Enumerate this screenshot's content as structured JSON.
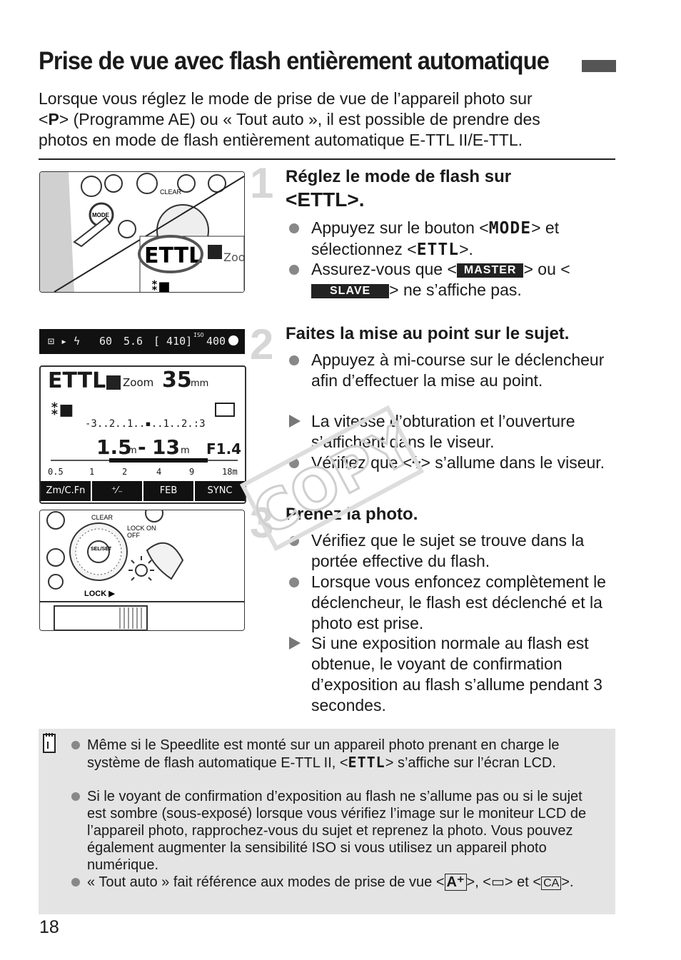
{
  "title": "Prise de vue avec flash entièrement automatique",
  "intro": {
    "line1": "Lorsque vous réglez le mode de prise de vue de l’appareil photo sur",
    "line2_a": "<",
    "line2_p": "P",
    "line2_b": "> (Programme AE) ou « Tout auto », il est possible de prendre des",
    "line3": "photos en mode de flash entièrement automatique E-TTL II/E-TTL."
  },
  "steps": [
    {
      "number": "1",
      "heading_line1": "Réglez le mode de flash sur",
      "heading_line2": "<ETTL>.",
      "bullets": [
        {
          "a": "Appuyez sur le bouton <",
          "b": "MODE",
          "c": "> et sélectionnez <",
          "d": "ETTL",
          "e": ">."
        },
        {
          "a": "Assurez-vous que <",
          "badge1": "MASTER",
          "b": "> ou <",
          "badge2": "SLAVE",
          "c": "> ne s’affiche pas."
        }
      ]
    },
    {
      "number": "2",
      "heading": "Faites la mise au point sur le sujet.",
      "bullets": [
        {
          "text": "Appuyez à mi-course sur le déclencheur afin d’effectuer la mise au point."
        },
        {
          "text": "La vitesse d’obturation et l’ouverture s’affichent dans le viseur."
        },
        {
          "a": "Vérifiez que <",
          "b": "ϟ",
          "c": "> s’allume dans le viseur."
        }
      ]
    },
    {
      "number": "3",
      "heading": "Prenez la photo.",
      "bullets": [
        {
          "text": "Vérifiez que le sujet se trouve dans la portée effective du flash."
        },
        {
          "text": "Lorsque vous enfoncez complètement le déclencheur, le flash est déclenché et la photo est prise."
        },
        {
          "text": "Si une exposition normale au flash est obtenue, le voyant de confirmation d’exposition au flash s’allume pendant 3 secondes."
        }
      ]
    }
  ],
  "notes": [
    {
      "a": "Même si le Speedlite est monté sur un appareil photo prenant en charge le système de flash automatique E-TTL II, <",
      "b": "ETTL",
      "c": "> s’affiche sur l’écran LCD."
    },
    {
      "text": "Si le voyant de confirmation d’exposition au flash ne s’allume pas ou si le sujet est sombre (sous-exposé) lorsque vous vérifiez l’image sur le moniteur LCD de l’appareil photo, rapprochez-vous du sujet et reprenez la photo. Vous pouvez également augmenter la sensibilité ISO si vous utilisez un appareil photo numérique."
    },
    {
      "a": "« Tout auto » fait référence aux modes de prise de vue <",
      "b": "A⁺",
      "c": ">, <",
      "d": "▭",
      "e": "> et <",
      "f": "CA",
      "g": ">."
    }
  ],
  "illustrations": {
    "flash_top": {
      "clear": "CLEAR",
      "mode": "MODE",
      "lcd": "ETTL",
      "zoom": "Zoo"
    },
    "viewfinder": {
      "shutter": "60",
      "aperture": "5.6",
      "count": "[ 410]",
      "iso": "ISO",
      "iso_value": "400"
    },
    "lcd": {
      "mode": "ETTL",
      "zoom_label": "Zoom",
      "zoom_value": "35",
      "zoom_unit": "mm",
      "scale": "-3..2..1..▪..1..2.:3",
      "range_from": "1.5",
      "range_to": "13",
      "range_unit": "m",
      "aperture": "F1.4",
      "distances": [
        "0.5",
        "1",
        "2",
        "4",
        "9",
        "18m"
      ],
      "buttons": [
        "Zm/C.Fn",
        "⁺⁄₋",
        "FEB",
        "SYNC"
      ]
    },
    "flash_back": {
      "clear": "CLEAR",
      "lock_on": "LOCK ON",
      "lock_off": "OFF",
      "sel": "SEL/SET",
      "lock": "LOCK ▶"
    }
  },
  "watermark": "COPY",
  "page_number": "18"
}
